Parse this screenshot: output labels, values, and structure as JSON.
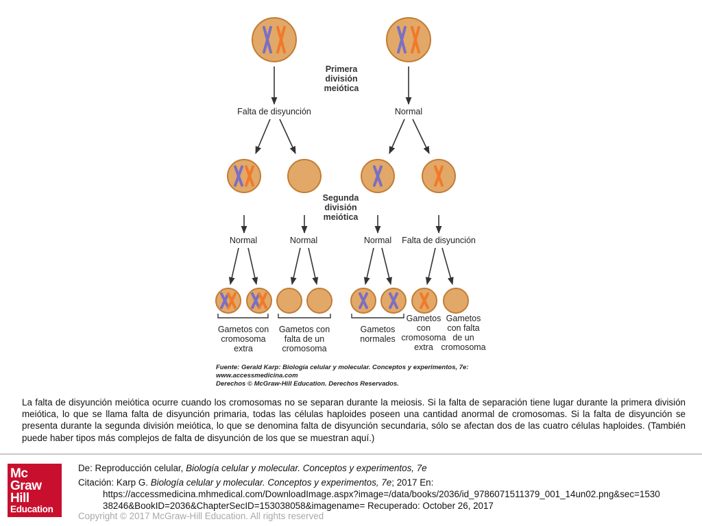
{
  "figure": {
    "stage_labels": {
      "first": [
        "Primera",
        "división",
        "meiótica"
      ],
      "second": [
        "Segunda",
        "división",
        "meiótica"
      ]
    },
    "outcome_labels": {
      "left_first": "Falta de disyunción",
      "right_first": "Normal",
      "second_1": "Normal",
      "second_2": "Normal",
      "second_3": "Normal",
      "second_4": "Falta de disyunción"
    },
    "gamete_labels": {
      "extra": [
        "Gametos con",
        "cromosoma",
        "extra"
      ],
      "missing": [
        "Gametos con",
        "falta de un",
        "cromosoma"
      ],
      "normal": [
        "Gametos",
        "normales"
      ],
      "secondary_extra": [
        "Gametos",
        "con",
        "cromosoma",
        "extra"
      ],
      "secondary_missing": [
        "Gametos",
        "con falta",
        "de un",
        "cromosoma"
      ]
    },
    "source_lines": [
      "Fuente: Gerald Karp: Biología celular y molecular. Conceptos y experimentos, 7e:",
      "www.accessmedicina.com",
      "Derechos © McGraw-Hill Education. Derechos Reservados."
    ],
    "colors": {
      "cell_fill": "#e2a868",
      "cell_edge": "#c27c35",
      "chrom_purple": "#7a6fc4",
      "chrom_orange": "#f07a2a",
      "arrow": "#333333"
    }
  },
  "caption": "La falta de disyunción meiótica ocurre cuando los cromosomas no se separan durante la meiosis. Si la falta de separación tiene lugar durante la primera división meiótica, lo que se llama falta de disyunción primaria, todas las células haploides poseen una cantidad anormal de cromosomas. Si la falta de disyunción se presenta durante la segunda división meiótica, lo que se denomina falta de disyunción secundaria, sólo se afectan dos de las cuatro células haploides. (También puede haber tipos más complejos de falta de disyunción de los que se muestran aquí.)",
  "logo": {
    "words": [
      "Mc",
      "Graw",
      "Hill"
    ],
    "education": "Education"
  },
  "citation": {
    "from_prefix": "De: Reproducción celular, ",
    "from_title": "Biología celular y molecular. Conceptos y experimentos, 7e",
    "citation_prefix": "Citación: Karp G. ",
    "citation_title": "Biología celular y molecular. Conceptos y experimentos, 7e",
    "citation_suffix": "; 2017 En:",
    "url_line1": "https://accessmedicina.mhmedical.com/DownloadImage.aspx?image=/data/books/2036/id_9786071511379_001_14un02.png&sec=1530",
    "url_line2": "38246&BookID=2036&ChapterSecID=153038058&imagename= Recuperado: October 26, 2017",
    "copyright": "Copyright © 2017 McGraw-Hill Education. All rights reserved"
  }
}
